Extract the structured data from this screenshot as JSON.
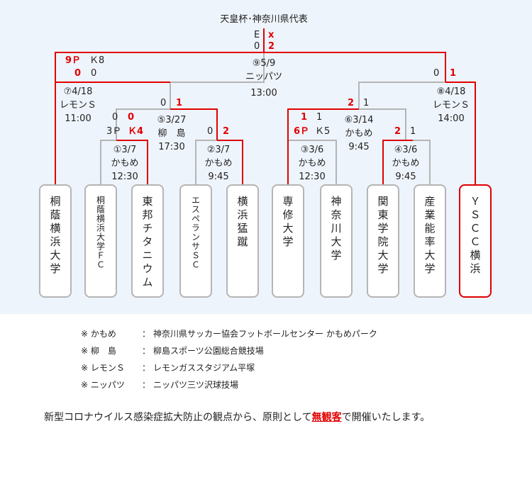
{
  "title": "天皇杯･神奈川県代表",
  "colors": {
    "win": "#e00000",
    "line": "#b5b5b5",
    "background": "#eef4fb"
  },
  "final": {
    "left_pk": "E",
    "left_score": "0",
    "right_pk": "x",
    "right_score": "2",
    "no": "⑨5/9",
    "venue": "ニッパツ",
    "time": "13:00"
  },
  "semi_left": {
    "left_pk": "9Ｐ",
    "left_score": "0",
    "right_pk": "Ｋ8",
    "right_score": "0",
    "no": "⑦4/18",
    "venue": "レモンＳ",
    "time": "11:00"
  },
  "semi_right": {
    "left_score": "0",
    "right_score": "1",
    "no": "⑧4/18",
    "venue": "レモンＳ",
    "time": "14:00"
  },
  "qf1": {
    "left_score": "0",
    "right_score": "1",
    "no": "⑤3/27",
    "venue": "柳　島",
    "time": "17:30"
  },
  "qf2": {
    "left_score": "2",
    "right_score": "1",
    "no": "⑥3/14",
    "venue": "かもめ",
    "time": "9:45"
  },
  "r1a": {
    "left_score": "0",
    "left_pk": "3Ｐ",
    "right_score": "0",
    "right_pk": "Ｋ4",
    "no": "①3/7",
    "venue": "かもめ",
    "time": "12:30"
  },
  "r1b": {
    "left_score": "0",
    "right_score": "2",
    "no": "②3/7",
    "venue": "かもめ",
    "time": "9:45"
  },
  "r1c": {
    "left_score": "1",
    "left_pk": "6Ｐ",
    "right_score": "1",
    "right_pk": "Ｋ5",
    "no": "③3/6",
    "venue": "かもめ",
    "time": "12:30"
  },
  "r1d": {
    "left_score": "2",
    "right_score": "1",
    "no": "④3/6",
    "venue": "かもめ",
    "time": "9:45"
  },
  "teams": [
    "桐蔭横浜大学",
    "桐蔭横浜大学ＦＣ",
    "東邦チタニウム",
    "エスペランサＳＣ",
    "横浜猛蹴",
    "専修大学",
    "神奈川大学",
    "関東学院大学",
    "産業能率大学",
    "ＹＳＣＣ横浜"
  ],
  "legend": [
    {
      "key": "※ かもめ",
      "sep": "：",
      "value": "神奈川県サッカー協会フットボールセンター かもめパーク"
    },
    {
      "key": "※ 柳　島",
      "sep": "：",
      "value": "柳島スポーツ公園総合競技場"
    },
    {
      "key": "※ レモンＳ",
      "sep": "：",
      "value": "レモンガススタジアム平塚"
    },
    {
      "key": "※ ニッパツ",
      "sep": "：",
      "value": "ニッパツ三ツ沢球技場"
    }
  ],
  "notice": {
    "before": "新型コロナウイルス感染症拡大防止の観点から、原則として",
    "highlight": "無観客",
    "after": "で開催いたします。"
  }
}
